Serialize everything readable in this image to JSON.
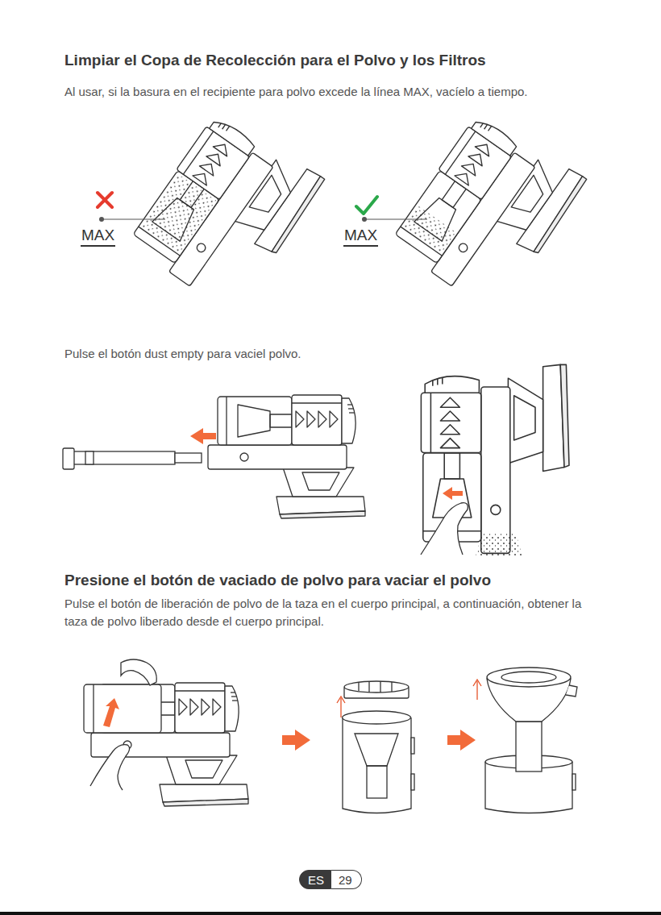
{
  "diagram": {
    "title": "Limpiar el Copa de Recolección para el Polvo y los Filtros",
    "nodes": [
      {
        "text": [
          "ES",
          "29"
        ]
      }
    ],
    "labels": [
      "Al usar, si la basura en el recipiente para polvo excede la línea MAX, vacíelo a tiempo.",
      "MAX",
      "MAX",
      "Pulse el botón dust empty para vaciel polvo.",
      "Presione el botón de vaciado de polvo para vaciar el polvo",
      "Pulse el botón de liberación de polvo de la taza en el cuerpo principal, a continuación, obtener la taza de polvo liberado desde el cuerpo principal."
    ]
  }
}
